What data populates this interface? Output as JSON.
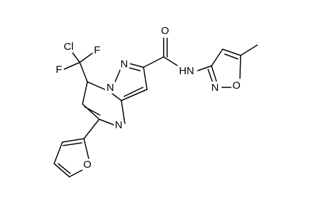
{
  "figure": {
    "background": "#ffffff",
    "ink": "#000000",
    "atom_labels": {
      "cl": "Cl",
      "f_top": "F",
      "f_left": "F",
      "n_bridge": "N",
      "n_pyrazole": "N",
      "n_pyrimidine": "N",
      "o_carbonyl": "O",
      "nh": "HN",
      "n_isoxazole": "N",
      "o_isoxazole": "O",
      "o_furan": "O"
    }
  }
}
